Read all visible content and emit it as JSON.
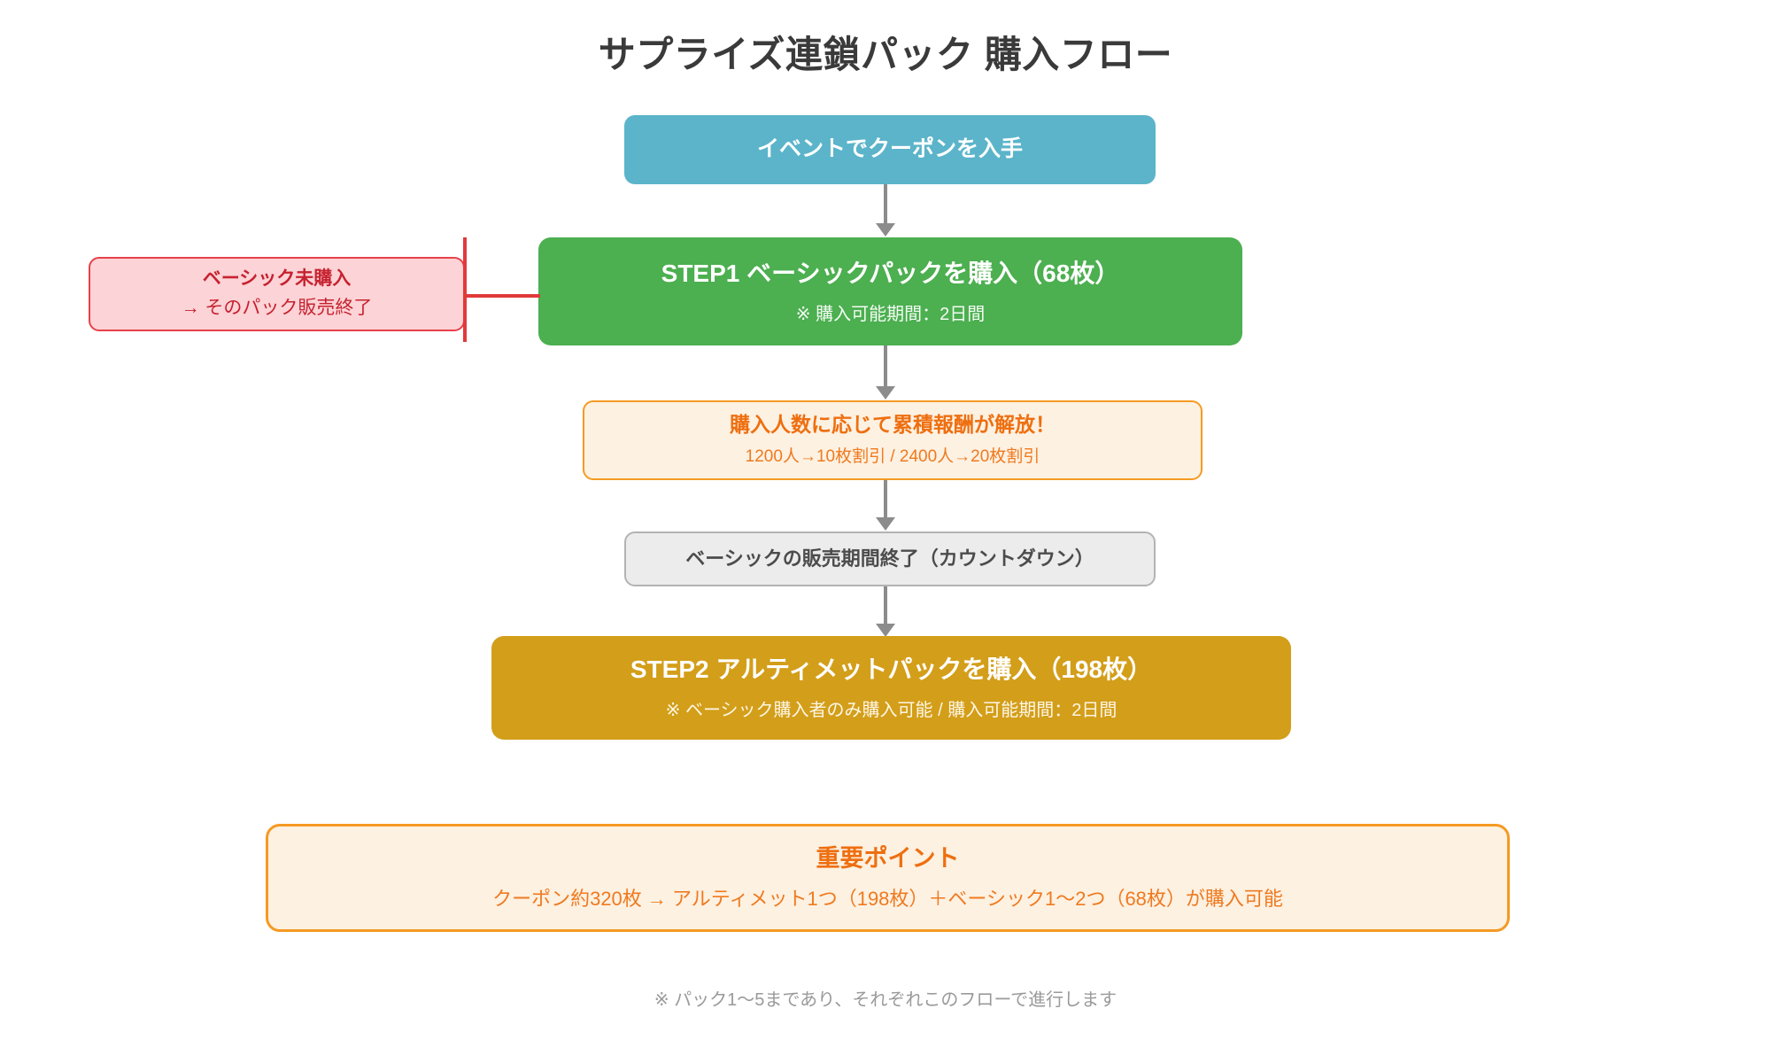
{
  "title": "サプライズ連鎖パック 購入フロー",
  "footer": "※ パック1〜5まであり、それぞれこのフローで進行します",
  "colors": {
    "start": "#5BB4CA",
    "step1": "#4CAF50",
    "step2": "#D39E19",
    "warning_fill": "#FCD3D6",
    "warning_border": "#E8414A",
    "warning_text": "#C62230",
    "reward_fill": "#FDF1E2",
    "reward_border": "#F59A23",
    "reward_text": "#EE6F10",
    "countdown_fill": "#ECECEC",
    "countdown_border": "#B3B3B3",
    "countdown_text": "#4C4C4C",
    "connector": "#8C8C8C",
    "red_connector": "#E03A3A",
    "title_text": "#3A3A3A",
    "footer_text": "#9A9A9A"
  },
  "nodes": {
    "start": {
      "title": "イベントでクーポンを入手"
    },
    "step1": {
      "title": "STEP1 ベーシックパックを購入（68枚）",
      "sub": "※ 購入可能期間：2日間"
    },
    "warning": {
      "title": "ベーシック未購入",
      "sub": "→ そのパック販売終了"
    },
    "reward": {
      "title": "購入人数に応じて累積報酬が解放！",
      "sub": "1200人→10枚割引 / 2400人→20枚割引"
    },
    "countdown": {
      "title": "ベーシックの販売期間終了（カウントダウン）"
    },
    "step2": {
      "title": "STEP2  アルティメットパックを購入（198枚）",
      "sub": "※ ベーシック購入者のみ購入可能 / 購入可能期間：2日間"
    },
    "important": {
      "title": "重要ポイント",
      "sub": "クーポン約320枚 → アルティメット1つ（198枚）＋ベーシック1〜2つ（68枚）が購入可能"
    }
  }
}
